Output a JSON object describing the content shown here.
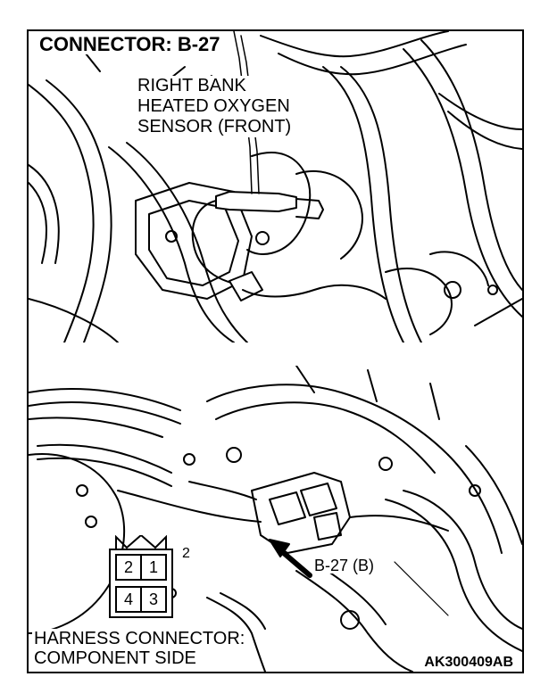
{
  "title": "CONNECTOR: B-27",
  "sensor_label": {
    "line1": "RIGHT BANK",
    "line2": "HEATED OXYGEN",
    "line3": "SENSOR (FRONT)"
  },
  "callout_label": "B-27 (B)",
  "harness_label": {
    "line1": "HARNESS CONNECTOR:",
    "line2": "COMPONENT SIDE"
  },
  "pins": [
    "2",
    "1",
    "4",
    "3"
  ],
  "side_mark": "2",
  "figure_code": "AK300409AB"
}
